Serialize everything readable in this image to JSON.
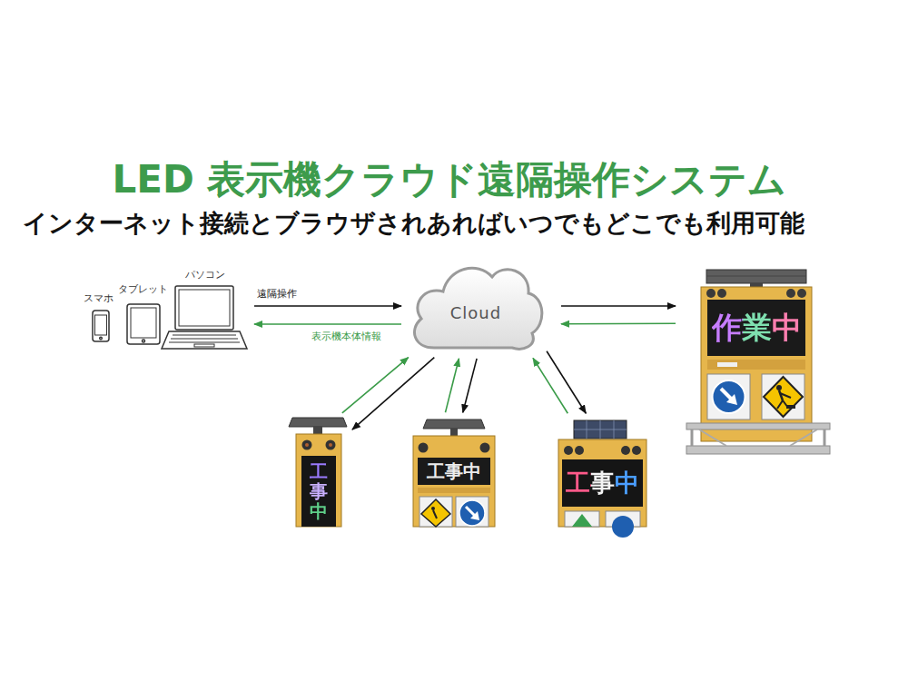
{
  "diagram": {
    "title": "LED 表示機クラウド遠隔操作システム",
    "nodes": [
      {
        "text": [
          "スマホ"
        ]
      },
      {
        "text": [
          "タブレット"
        ]
      },
      {
        "text": [
          "パソコン"
        ]
      },
      {
        "text": [
          "Cloud"
        ]
      },
      {
        "text": [
          "作業中"
        ]
      },
      {
        "text": [
          "工事中"
        ]
      },
      {
        "text": [
          "工事中"
        ]
      },
      {
        "text": [
          "工事中"
        ]
      }
    ],
    "edges": [
      {
        "from": 2,
        "to": 3,
        "arrow": "to",
        "label": "遠隔操作"
      },
      {
        "from": 3,
        "to": 2,
        "arrow": "to",
        "label": "表示機本体情報"
      },
      {
        "from": 3,
        "to": 4,
        "arrow": "to"
      },
      {
        "from": 4,
        "to": 3,
        "arrow": "to"
      },
      {
        "from": 3,
        "to": 5,
        "arrow": "to"
      },
      {
        "from": 5,
        "to": 3,
        "arrow": "to"
      },
      {
        "from": 3,
        "to": 6,
        "arrow": "to"
      },
      {
        "from": 6,
        "to": 3,
        "arrow": "to"
      },
      {
        "from": 3,
        "to": 7,
        "arrow": "to"
      },
      {
        "from": 7,
        "to": 3,
        "arrow": "to"
      }
    ],
    "labels": [
      "インターネット接続とブラウザされあればいつでもどこでも利用可能"
    ]
  }
}
